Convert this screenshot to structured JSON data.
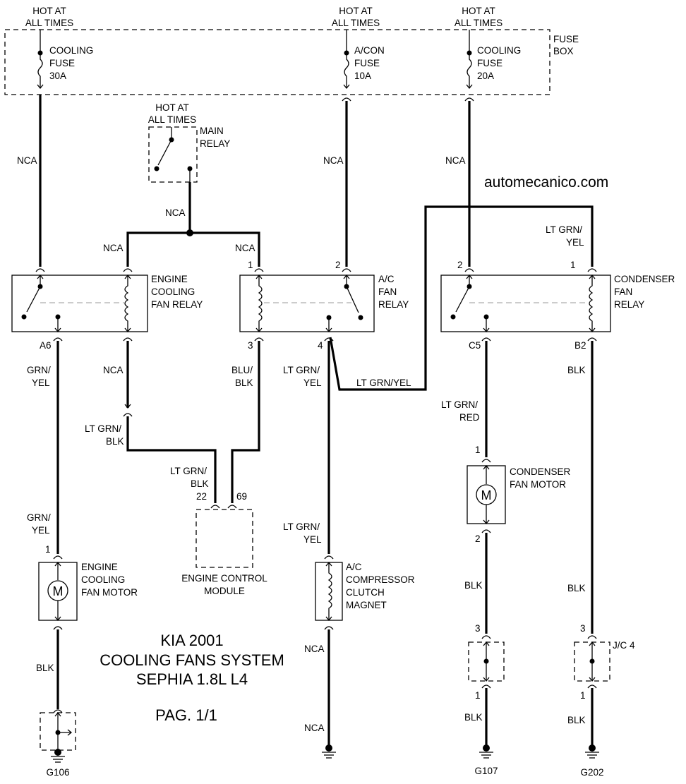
{
  "header": {
    "hot_at_1": "HOT AT",
    "all_times_1": "ALL TIMES",
    "hot_at_2": "HOT AT",
    "all_times_2": "ALL TIMES",
    "hot_at_3": "HOT AT",
    "all_times_3": "ALL TIMES"
  },
  "fuse_box": {
    "label_1": "FUSE",
    "label_2": "BOX",
    "fuse_cooling_30": [
      "COOLING",
      "FUSE",
      "30A"
    ],
    "fuse_acon_10": [
      "A/CON",
      "FUSE",
      "10A"
    ],
    "fuse_cooling_20": [
      "COOLING",
      "FUSE",
      "20A"
    ]
  },
  "main_relay": {
    "hot_at": "HOT AT",
    "all_times": "ALL TIMES",
    "label": [
      "MAIN",
      "RELAY"
    ]
  },
  "watermark": "automecanico.com",
  "wires": {
    "nca_left": "NCA",
    "nca_main": "NCA",
    "nca_ecf": "NCA",
    "nca_ac_coil": "NCA",
    "nca_acon": "NCA",
    "nca_cooling20": "NCA",
    "ltgrn_yel_cond": [
      "LT GRN/",
      "YEL"
    ],
    "grn_yel_a6": [
      "GRN/",
      "YEL"
    ],
    "nca_ecf_out": "NCA",
    "ltgrn_blk_a": [
      "LT GRN/",
      "BLK"
    ],
    "blu_blk": [
      "BLU/",
      "BLK"
    ],
    "ltgrn_yel_4": [
      "LT GRN/",
      "YEL"
    ],
    "ltgrn_yel_h": "LT GRN/YEL",
    "ltgrn_red": [
      "LT GRN/",
      "RED"
    ],
    "blk_b2": "BLK",
    "ltgrn_blk_ecm": [
      "LT GRN/",
      "BLK"
    ],
    "grn_yel_motor": [
      "GRN/",
      "YEL"
    ],
    "ltgrn_yel_clutch": [
      "LT GRN/",
      "YEL"
    ],
    "blk_cond_motor": "BLK",
    "blk_b2_lower": "BLK",
    "blk_g106": "BLK",
    "nca_clutch": "NCA",
    "nca_clutch_lower": "NCA",
    "blk_g107": "BLK",
    "blk_g202": "BLK"
  },
  "relays": {
    "engine_cooling": [
      "ENGINE",
      "COOLING",
      "FAN RELAY"
    ],
    "ac_fan": [
      "A/C",
      "FAN",
      "RELAY"
    ],
    "condenser_fan": [
      "CONDENSER",
      "FAN",
      "RELAY"
    ]
  },
  "pins": {
    "ac_1": "1",
    "ac_2": "2",
    "ac_3": "3",
    "ac_4": "4",
    "cond_2": "2",
    "cond_1": "1",
    "a6": "A6",
    "c5": "C5",
    "b2": "B2",
    "ecm_22": "22",
    "ecm_69": "69",
    "cfm_1": "1",
    "cfm_2": "2",
    "ecfm_1": "1",
    "g107_3": "3",
    "g107_1": "1",
    "g202_3": "3",
    "g202_1": "1"
  },
  "components": {
    "ecm": [
      "ENGINE CONTROL",
      "MODULE"
    ],
    "condenser_motor": [
      "CONDENSER",
      "FAN MOTOR"
    ],
    "engine_motor": [
      "ENGINE",
      "COOLING",
      "FAN MOTOR"
    ],
    "clutch": [
      "A/C",
      "COMPRESSOR",
      "CLUTCH",
      "MAGNET"
    ],
    "jc4": "J/C 4",
    "motor_symbol": "M"
  },
  "grounds": {
    "g106": "G106",
    "g107": "G107",
    "g202": "G202"
  },
  "title": {
    "line1": "KIA 2001",
    "line2": "COOLING FANS SYSTEM",
    "line3": "SEPHIA 1.8L L4",
    "page": "PAG. 1/1"
  }
}
